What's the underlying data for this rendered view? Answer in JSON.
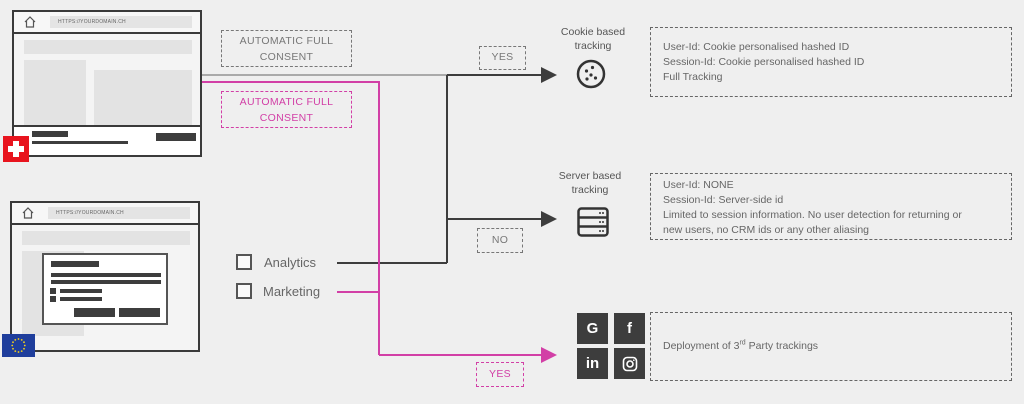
{
  "browsers": [
    {
      "id": "switzerland",
      "url": "HTTPS://YOURDOMAIN.CH",
      "flag": "swiss-flag",
      "flag_color": "#e8141e"
    },
    {
      "id": "eu",
      "url": "HTTPS://YOURDOMAIN.CH",
      "flag": "eu-flag",
      "flag_color": "#1f3e9c"
    }
  ],
  "consent_labels": {
    "gray": "AUTOMATIC FULL CONSENT",
    "pink": "AUTOMATIC FULL CONSENT"
  },
  "checkboxes": [
    {
      "label": "Analytics",
      "checked": false
    },
    {
      "label": "Marketing",
      "checked": false
    }
  ],
  "decisions": {
    "yes_top": "YES",
    "no": "NO",
    "yes_bottom": "YES"
  },
  "outcomes": {
    "cookie": {
      "heading_line1": "Cookie based",
      "heading_line2": "tracking",
      "icon": "cookie-icon",
      "lines": [
        "User-Id: Cookie personalised hashed ID",
        "Session-Id: Cookie personalised hashed ID",
        "Full Tracking"
      ]
    },
    "server": {
      "heading_line1": "Server based",
      "heading_line2": "tracking",
      "icon": "server-icon",
      "lines": [
        "User-Id: NONE",
        "Session-Id: Server-side id",
        "Limited to session information. No user detection for returning or",
        "new users, no CRM ids or any other aliasing"
      ]
    },
    "third_party": {
      "icons": [
        "google-icon",
        "facebook-icon",
        "linkedin-icon",
        "instagram-icon"
      ],
      "icon_glyphs": [
        "G",
        "f",
        "in",
        "◎"
      ],
      "text_before": "Deployment of 3",
      "text_sup": "rd",
      "text_after": " Party trackings"
    }
  },
  "colors": {
    "pink": "#d23fa6",
    "dark": "#3d3d3d",
    "gray_line": "#aaaaaa"
  }
}
